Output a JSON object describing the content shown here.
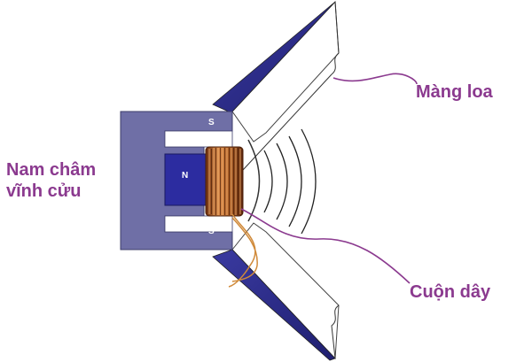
{
  "labels": {
    "magnet_line1": "Nam châm",
    "magnet_line2": "vĩnh cửu",
    "cone": "Màng loa",
    "coil": "Cuộn dây"
  },
  "poles": {
    "top": "S",
    "center": "N",
    "bottom": "S"
  },
  "colors": {
    "magnet_body": "#6f6fa6",
    "magnet_core": "#2c2ca0",
    "cone_edge": "#2a2a8a",
    "coil_copper": "#b5652a",
    "label_purple": "#8b3a8f",
    "leader_line": "#8b3a8f"
  }
}
